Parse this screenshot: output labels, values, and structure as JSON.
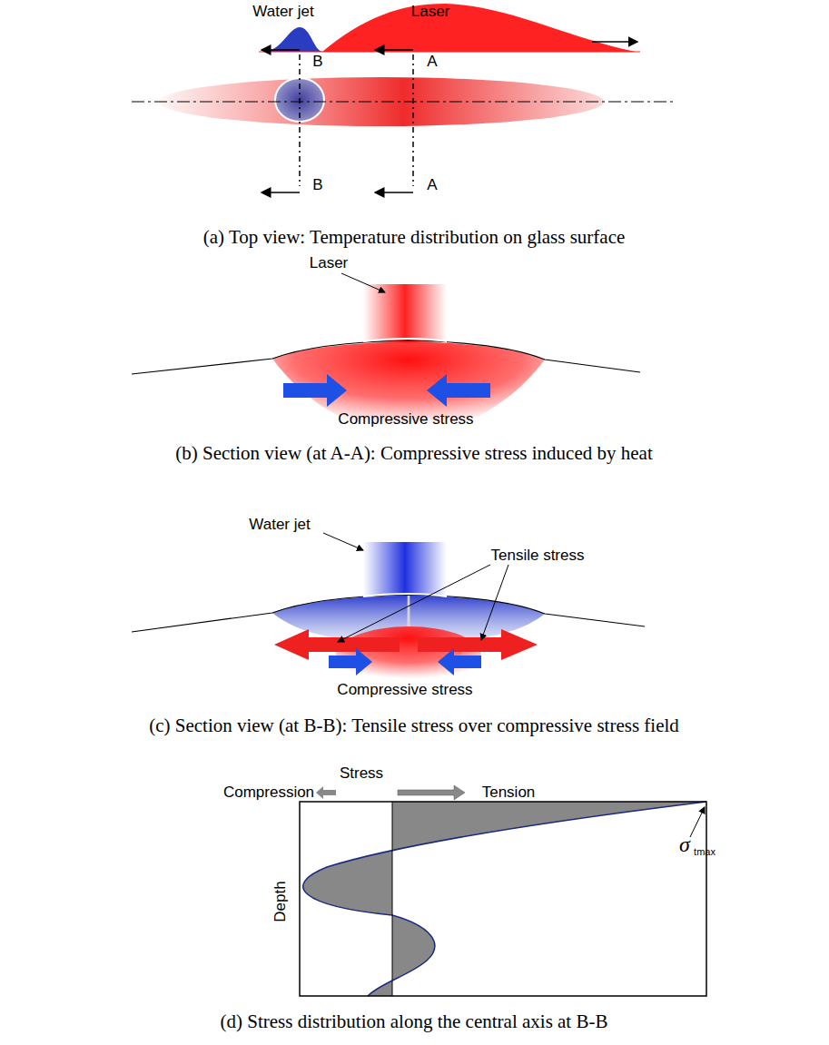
{
  "diagram": {
    "labels": [
      "Water jet",
      "Laser",
      "B",
      "A",
      "B",
      "A",
      "(a) Top view: Temperature distribution on glass surface",
      "Laser",
      "Compressive stress",
      "(b) Section view (at A-A): Compressive stress induced by heat",
      "Water jet",
      "Tensile stress",
      "Compressive stress",
      "(c) Section view (at B-B): Tensile stress over compressive stress field",
      "Stress",
      "Compression",
      "Tension",
      "Depth",
      "σ",
      "tmax",
      "(d) Stress distribution along the central axis at B-B"
    ]
  }
}
